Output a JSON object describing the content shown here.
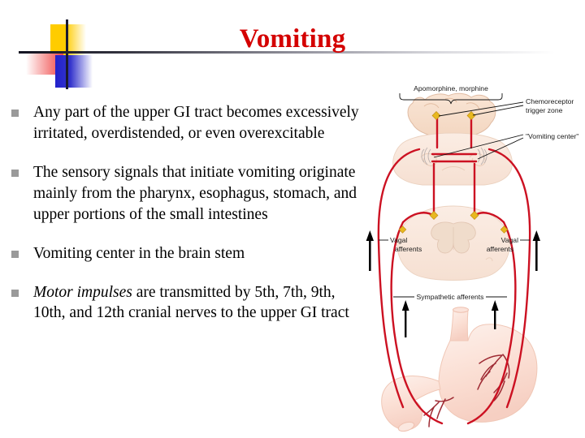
{
  "slide": {
    "title": "Vomiting",
    "title_color": "#D40000",
    "decoration": {
      "yellow": "#FFCC00",
      "red": "#F04545",
      "blue": "#2222CC",
      "bar": "#1a1a2e"
    },
    "bullets": [
      {
        "marker": "square-bullet",
        "text": "Any part of the upper GI tract becomes excessively irritated, overdistended, or even overexcitable",
        "italic_lead": ""
      },
      {
        "marker": "square-bullet",
        "text": "The sensory signals that initiate vomiting originate mainly from the pharynx, esophagus, stomach, and upper portions of the small intestines",
        "italic_lead": ""
      },
      {
        "marker": "square-bullet",
        "text": "Vomiting center in the brain stem",
        "italic_lead": ""
      },
      {
        "marker": "square-bullet",
        "text": " are transmitted by 5th, 7th, 9th, 10th, and 12th cranial nerves to the upper GI tract",
        "italic_lead": "Motor impulses"
      }
    ]
  },
  "diagram": {
    "name": "vomiting-reflex-pathway-diagram",
    "colors": {
      "nerve": "#CC1122",
      "tissue": "#F7DCC8",
      "tissue_light": "#FBEDE4",
      "stomach": "#FBDFD4",
      "synapse": "#E8B820",
      "vessel": "#9E2A33",
      "arrow": "#000000"
    },
    "labels": {
      "drugs": "Apomorphine, morphine",
      "ctz": "Chemoreceptor",
      "ctz_line2": "trigger zone",
      "vomiting_center": "\"Vomiting center\"",
      "vagal_left_line1": "Vagal",
      "vagal_left_line2": "afferents",
      "vagal_right_line1": "Vagal",
      "vagal_right_line2": "afferents",
      "sympathetic": "Sympathetic afferents"
    }
  }
}
